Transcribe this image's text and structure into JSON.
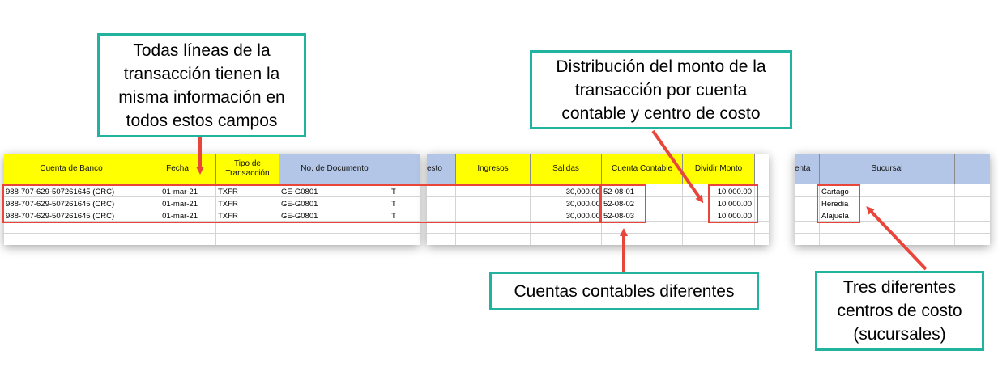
{
  "colors": {
    "accent_red": "#e8463a",
    "callout_border": "#22b3a0",
    "header_yellow": "#ffff00",
    "header_blue": "#b4c6e7"
  },
  "sheet1": {
    "headers": [
      "Cuenta de Banco",
      "Fecha",
      "Tipo de\nTransacción",
      "No. de Documento"
    ],
    "rows": [
      [
        "988-707-629-507261645 (CRC)",
        "01-mar-21",
        "TXFR",
        "GE-G0801",
        "T"
      ],
      [
        "988-707-629-507261645 (CRC)",
        "01-mar-21",
        "TXFR",
        "GE-G0801",
        "T"
      ],
      [
        "988-707-629-507261645 (CRC)",
        "01-mar-21",
        "TXFR",
        "GE-G0801",
        "T"
      ]
    ]
  },
  "sheet2": {
    "headers": [
      "esto",
      "Ingresos",
      "Salidas",
      "Cuenta Contable",
      "Dividir Monto"
    ],
    "rows": [
      [
        "",
        "",
        "30,000.00",
        "52-08-01",
        "10,000.00"
      ],
      [
        "",
        "",
        "30,000.00",
        "52-08-02",
        "10,000.00"
      ],
      [
        "",
        "",
        "30,000.00",
        "52-08-03",
        "10,000.00"
      ]
    ]
  },
  "sheet3": {
    "headers": [
      "enta",
      "Sucursal"
    ],
    "rows": [
      [
        "Cartago"
      ],
      [
        "Heredia"
      ],
      [
        "Alajuela"
      ]
    ]
  },
  "callouts": {
    "same_info": "Todas líneas de la\ntransacción tienen la\nmisma información en\ntodos estos campos",
    "distribution": "Distribución del monto de la\ntransacción por cuenta\ncontable y centro de costo",
    "accounts": "Cuentas contables diferentes",
    "branches": "Tres diferentes\ncentros de costo\n(sucursales)"
  }
}
